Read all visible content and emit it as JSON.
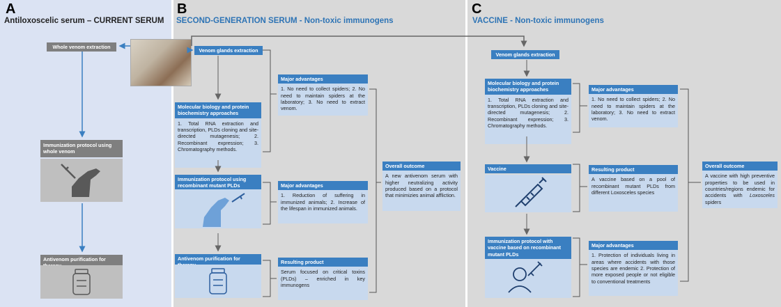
{
  "panel_a": {
    "letter": "A",
    "title": "Antiloxoscelic serum – CURRENT SERUM",
    "whole_venom": "Whole venom extraction",
    "immunization": "Immunization protocol using whole venom",
    "purification": "Antivenom purification for therapy"
  },
  "panel_b": {
    "letter": "B",
    "title": "SECOND-GENERATION SERUM - Non-toxic immunogens",
    "venom_glands": "Venom glands extraction",
    "molbio_title": "Molecular biology and protein biochemistry approaches",
    "molbio_body": "1. Total RNA extraction and transcription, PLDs cloning and site-directed mutagenesis; 2. Recombinant expression; 3. Chromatography methods.",
    "adv1_title": "Major advantages",
    "adv1_body": "1. No need to collect spiders; 2. No need to maintain spiders at the laboratory; 3. No need to extract venom.",
    "immun_title": "Immunization protocol using recombinant mutant PLDs",
    "adv2_title": "Major advantages",
    "adv2_body": "1. Reduction of suffering in immunized animals; 2. Increase of the lifespan in immunized animals.",
    "purif_title": "Antivenom purification for therapy",
    "result_title": "Resulting product",
    "result_body": "Serum focused on critical toxins (PLDs) – enriched in key immunogens",
    "outcome_title": "Overall outcome",
    "outcome_body": "A new antivenom serum with higher neutralizing activity produced based on a protocol that minimizies animal affliction."
  },
  "panel_c": {
    "letter": "C",
    "title": "VACCINE - Non-toxic immunogens",
    "venom_glands": "Venom glands extraction",
    "molbio_title": "Molecular biology and protein biochemistry approaches",
    "molbio_body": "1. Total RNA extraction and transcription, PLDs cloning and site-directed mutagenesis; 2. Recombinant expression; 3. Chromatography methods.",
    "adv1_title": "Major advantages",
    "adv1_body": "1. No need to collect spiders; 2. No need to maintain spiders at the laboratory; 3. No need to extract venom.",
    "vaccine_title": "Vaccine",
    "result_title": "Resulting product",
    "result_body": "A vaccine based on a pool of recombinant mutant PLDs from different Loxosceles species",
    "immun_title": "Immunization protocol with vaccine based on recombinant mutant PLDs",
    "adv2_title": "Major advantages",
    "adv2_body": "1. Protection of individuals living in areas where accidents with those species are endemic 2. Protection of more exposed people or not eligible to conventional treatments",
    "outcome_title": "Overall outcome",
    "outcome_body_pre": "A vaccine with high preventive properties to be used in countries/regions endemic for accidents with ",
    "outcome_body_em": "Loxosceles",
    "outcome_body_post": " spiders"
  },
  "icons": [
    "syringe-icon",
    "horse-icon",
    "vial-icon",
    "person-icon",
    "photo-spider-glands"
  ],
  "colors": {
    "header_blue": "#3a7fc1",
    "body_blue": "#c8d9ee",
    "panel_a_bg": "#dbe3f3",
    "panel_bc_bg": "#d9d9d9",
    "title_blue": "#2e74b5",
    "gray_header": "#7f7f7f"
  }
}
